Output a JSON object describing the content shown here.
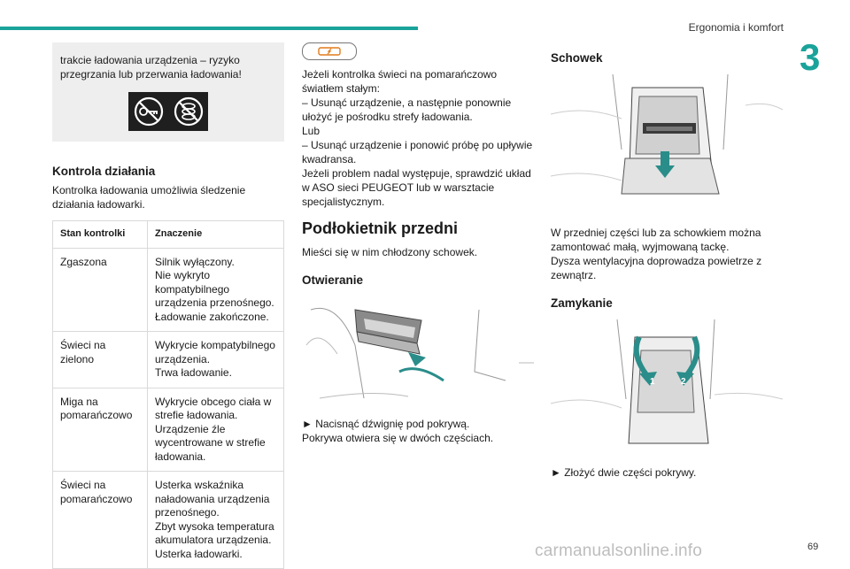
{
  "header": {
    "section": "Ergonomia i komfort",
    "chapter": "3"
  },
  "footer": {
    "page": "69",
    "watermark": "carmanualsonline.info"
  },
  "warning": {
    "text": "trakcie ładowania urządzenia – ryzyko przegrzania lub przerwania ładowania!",
    "icons": [
      "no-key-card-icon",
      "no-coins-icon"
    ]
  },
  "kontrola": {
    "title": "Kontrola działania",
    "intro": "Kontrolka ładowania umożliwia śledzenie działania ładowarki.",
    "table": {
      "headers": [
        "Stan kontrolki",
        "Znaczenie"
      ],
      "rows": [
        {
          "state": "Zgaszona",
          "meaning": [
            "Silnik wyłączony.",
            "Nie wykryto kompatybilnego urządzenia przenośnego.",
            "Ładowanie zakończone."
          ]
        },
        {
          "state": "Świeci na zielono",
          "meaning": [
            "Wykrycie kompatybilnego urządzenia.",
            "Trwa ładowanie."
          ]
        },
        {
          "state": "Miga na pomarańczowo",
          "meaning": [
            "Wykrycie obcego ciała w strefie ładowania.",
            "Urządzenie źle wycentrowane w strefie ładowania."
          ]
        },
        {
          "state": "Świeci na pomarańczowo",
          "meaning": [
            "Usterka wskaźnika naładowania urządzenia przenośnego.",
            "Zbyt wysoka temperatura akumulatora urządzenia.",
            "Usterka ładowarki."
          ]
        }
      ]
    }
  },
  "orange_light": {
    "icon": "charging-indicator-icon",
    "lines": [
      "Jeżeli kontrolka świeci na pomarańczowo światłem stałym:",
      "– Usunąć urządzenie, a następnie ponownie ułożyć je pośrodku strefy ładowania.",
      "Lub",
      "– Usunąć urządzenie i ponowić próbę po upływie kwadransa.",
      "Jeżeli problem nadal występuje, sprawdzić układ w ASO sieci PEUGEOT lub w warsztacie specjalistycznym."
    ]
  },
  "podlokietnik": {
    "title": "Podłokietnik przedni",
    "intro": "Mieści się w nim chłodzony schowek.",
    "otwieranie": {
      "title": "Otwieranie",
      "step": "► Nacisnąć dźwignię pod pokrywą.",
      "note": "Pokrywa otwiera się w dwóch częściach."
    }
  },
  "schowek": {
    "title": "Schowek",
    "text": [
      "W przedniej części lub za schowkiem można zamontować małą, wyjmowaną tackę.",
      "Dysza wentylacyjna doprowadza powietrze z zewnątrz."
    ]
  },
  "zamykanie": {
    "title": "Zamykanie",
    "step": "► Złożyć dwie części pokrywy.",
    "arrow_labels": [
      "1",
      "2"
    ]
  },
  "colors": {
    "accent": "#1aa39a",
    "illustration_arrow": "#2a8d8a"
  }
}
